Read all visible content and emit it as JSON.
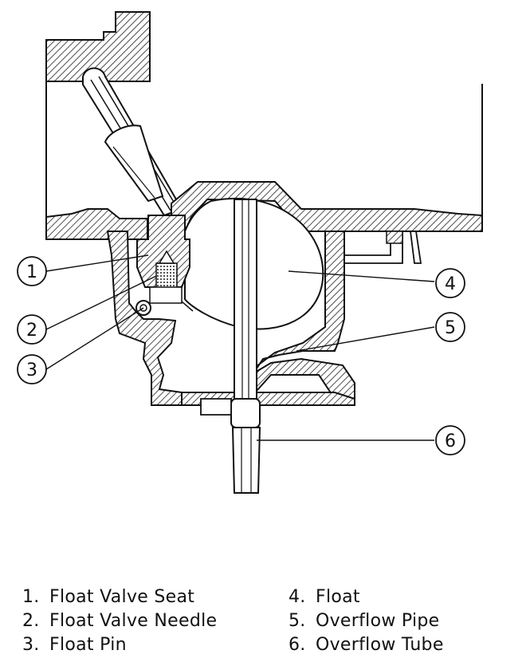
{
  "callouts": [
    {
      "num": "1",
      "label": "Float Valve Seat"
    },
    {
      "num": "2",
      "label": "Float Valve Needle"
    },
    {
      "num": "3",
      "label": "Float Pin"
    },
    {
      "num": "4",
      "label": "Float"
    },
    {
      "num": "5",
      "label": "Overflow Pipe"
    },
    {
      "num": "6",
      "label": "Overflow Tube"
    }
  ],
  "legend": {
    "left": [
      {
        "num": "1.",
        "label": "Float Valve Seat"
      },
      {
        "num": "2.",
        "label": "Float Valve Needle"
      },
      {
        "num": "3.",
        "label": "Float Pin"
      }
    ],
    "right": [
      {
        "num": "4.",
        "label": "Float"
      },
      {
        "num": "5.",
        "label": "Overflow Pipe"
      },
      {
        "num": "6.",
        "label": "Overflow Tube"
      }
    ]
  }
}
